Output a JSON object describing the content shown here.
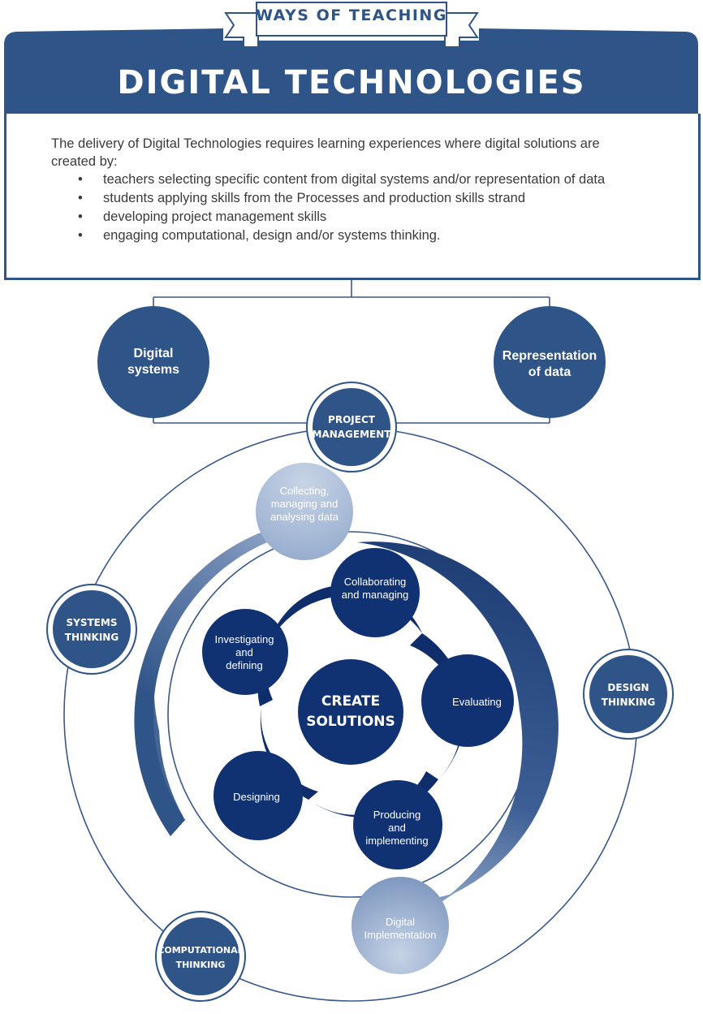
{
  "header": {
    "banner": "WAYS OF TEACHING",
    "title": "DIGITAL TECHNOLOGIES"
  },
  "intro": {
    "text": "The delivery of Digital Technologies requires learning experiences where digital solutions are created by:",
    "bullets": [
      "teachers selecting specific content from digital systems and/or representation of data",
      "students applying skills from the Processes and production skills strand",
      "developing project management skills",
      "engaging computational, design and/or systems thinking."
    ]
  },
  "content_areas": {
    "left": [
      "Digital",
      "systems"
    ],
    "right": [
      "Representation",
      "of data"
    ]
  },
  "thinking": {
    "project": [
      "PROJECT",
      "MANAGEMENT"
    ],
    "systems": [
      "SYSTEMS",
      "THINKING"
    ],
    "design": [
      "DESIGN",
      "THINKING"
    ],
    "computational": [
      "COMPUTATIONAL",
      "THINKING"
    ]
  },
  "outer_stages": {
    "collecting": [
      "Collecting,",
      "managing and",
      "analysing data"
    ],
    "digital": [
      "Digital",
      "Implementation"
    ]
  },
  "process_stages": {
    "collaborating": [
      "Collaborating",
      "and managing"
    ],
    "investigating": [
      "Investigating",
      "and",
      "defining"
    ],
    "evaluating": [
      "Evaluating"
    ],
    "designing": [
      "Designing"
    ],
    "producing": [
      "Producing",
      "and",
      "implementing"
    ]
  },
  "center": [
    "CREATE",
    "SOLUTIONS"
  ],
  "colors": {
    "primary": "#2f5487",
    "dark_navy": "#0f2d6b",
    "light_blue": "#a7b8d2",
    "ring_line": "#38588c"
  }
}
